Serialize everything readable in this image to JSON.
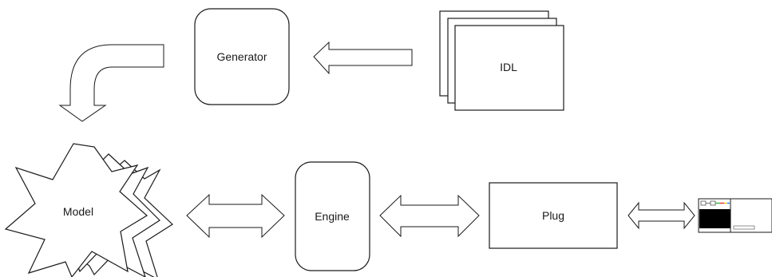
{
  "nodes": {
    "generator": {
      "label": "Generator"
    },
    "idl": {
      "label": "IDL"
    },
    "model": {
      "label": "Model"
    },
    "engine": {
      "label": "Engine"
    },
    "plug": {
      "label": "Plug"
    }
  },
  "arrows": [
    {
      "from": "idl",
      "to": "generator",
      "style": "single-hollow"
    },
    {
      "from": "generator",
      "to": "model",
      "style": "curved-hollow"
    },
    {
      "from": "model",
      "to": "engine",
      "style": "double-hollow"
    },
    {
      "from": "engine",
      "to": "plug",
      "style": "double-hollow"
    },
    {
      "from": "plug",
      "to": "app-screenshot",
      "style": "double-hollow"
    }
  ],
  "thumbnail": {
    "icon": "app-window-thumbnail-icon"
  }
}
